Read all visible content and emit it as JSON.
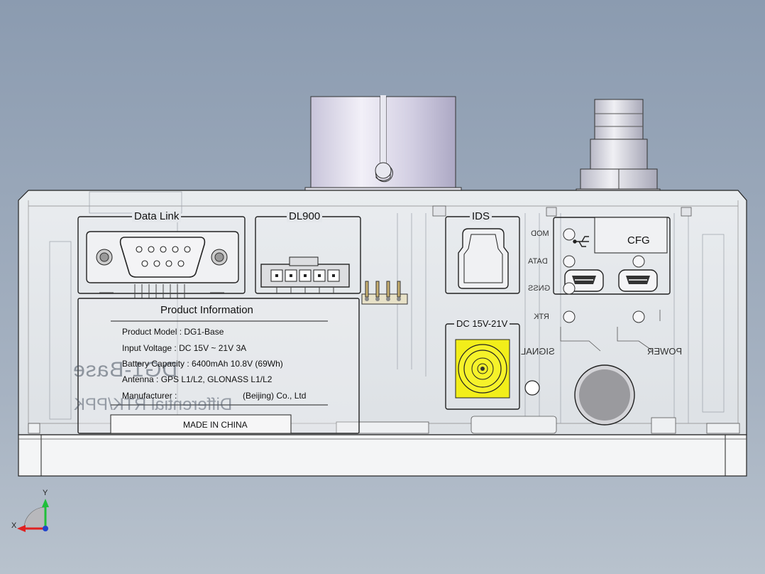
{
  "sections": {
    "data_link": "Data Link",
    "dl900": "DL900",
    "ids": "IDS",
    "cfg": "CFG",
    "dc_input": "DC 15V-21V"
  },
  "plate": {
    "title": "Product Information",
    "model": "Product Model : DG1-Base",
    "voltage": "Input Voltage : DC 15V ~ 21V 3A",
    "battery": "Battery Capacity : 6400mAh 10.8V (69Wh)",
    "antenna": "Antenna : GPS L1/L2, GLONASS L1/L2",
    "manufacturer": "Manufacturer :",
    "manufacturer_suffix": "(Beijing) Co., Ltd",
    "made_in": "MADE IN CHINA"
  },
  "mirrored_text": {
    "brand": "DG1-Base",
    "subtitle": "Differential RTK/PPK"
  },
  "indicators": {
    "mod": "MOD",
    "data": "DATA",
    "gnss": "GNSS",
    "rtk": "RTK",
    "signal": "SIGNAL",
    "power": "POWER"
  },
  "axes": {
    "x": "X",
    "y": "Y"
  },
  "colors": {
    "background": "#98a6b8",
    "body": "#e6e9ec",
    "outline": "#2a2a2a",
    "dc_jack": "#f2ee1a",
    "axis_x": "#e02020",
    "axis_y": "#1fbf3a",
    "axis_z": "#2244cc"
  }
}
